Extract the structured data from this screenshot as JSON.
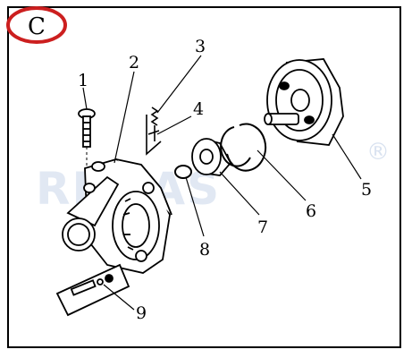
{
  "section_badge": {
    "label": "C",
    "ring_color": "#cc1f1f"
  },
  "watermark": {
    "text": "REMAS",
    "registered_mark": "®",
    "color": "#c9d7ea"
  },
  "callouts": [
    {
      "id": "1",
      "label": "1",
      "part": "screw-bolt"
    },
    {
      "id": "2",
      "label": "2",
      "part": "clutch-housing"
    },
    {
      "id": "3",
      "label": "3",
      "part": "spring"
    },
    {
      "id": "4",
      "label": "4",
      "part": "spring-clip"
    },
    {
      "id": "5",
      "label": "5",
      "part": "clutch-drum"
    },
    {
      "id": "6",
      "label": "6",
      "part": "retaining-ring"
    },
    {
      "id": "7",
      "label": "7",
      "part": "bearing"
    },
    {
      "id": "8",
      "label": "8",
      "part": "circlip"
    },
    {
      "id": "9",
      "label": "9",
      "part": "bolt-washer-set"
    }
  ]
}
